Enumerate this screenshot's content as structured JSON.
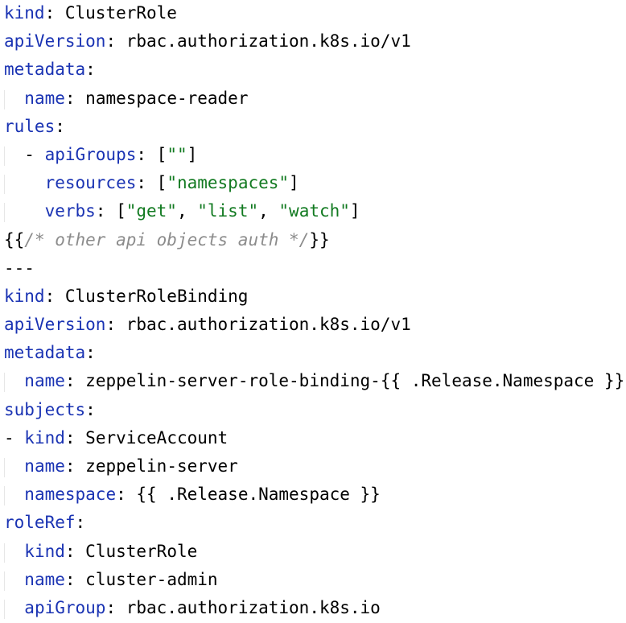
{
  "lines": [
    [
      {
        "t": "kind",
        "c": "k"
      },
      {
        "t": ": ",
        "c": "p"
      },
      {
        "t": "ClusterRole",
        "c": "v"
      }
    ],
    [
      {
        "t": "apiVersion",
        "c": "k"
      },
      {
        "t": ": ",
        "c": "p"
      },
      {
        "t": "rbac.authorization.k8s.io/v1",
        "c": "v"
      }
    ],
    [
      {
        "t": "metadata",
        "c": "k"
      },
      {
        "t": ":",
        "c": "p"
      }
    ],
    [
      {
        "t": "  ",
        "c": "p"
      },
      {
        "t": "name",
        "c": "k"
      },
      {
        "t": ": ",
        "c": "p"
      },
      {
        "t": "namespace-reader",
        "c": "v"
      }
    ],
    [
      {
        "t": "rules",
        "c": "k"
      },
      {
        "t": ":",
        "c": "p"
      }
    ],
    [
      {
        "t": "  - ",
        "c": "p"
      },
      {
        "t": "apiGroups",
        "c": "k"
      },
      {
        "t": ": [",
        "c": "p"
      },
      {
        "t": "\"\"",
        "c": "s"
      },
      {
        "t": "]",
        "c": "p"
      }
    ],
    [
      {
        "t": "    ",
        "c": "p"
      },
      {
        "t": "resources",
        "c": "k"
      },
      {
        "t": ": [",
        "c": "p"
      },
      {
        "t": "\"namespaces\"",
        "c": "s"
      },
      {
        "t": "]",
        "c": "p"
      }
    ],
    [
      {
        "t": "    ",
        "c": "p"
      },
      {
        "t": "verbs",
        "c": "k"
      },
      {
        "t": ": [",
        "c": "p"
      },
      {
        "t": "\"get\"",
        "c": "s"
      },
      {
        "t": ", ",
        "c": "p"
      },
      {
        "t": "\"list\"",
        "c": "s"
      },
      {
        "t": ", ",
        "c": "p"
      },
      {
        "t": "\"watch\"",
        "c": "s"
      },
      {
        "t": "]",
        "c": "p"
      }
    ],
    [
      {
        "t": "{{",
        "c": "p"
      },
      {
        "t": "/* other api objects auth */",
        "c": "c"
      },
      {
        "t": "}}",
        "c": "p"
      }
    ],
    [
      {
        "t": "---",
        "c": "p"
      }
    ],
    [
      {
        "t": "kind",
        "c": "k"
      },
      {
        "t": ": ",
        "c": "p"
      },
      {
        "t": "ClusterRoleBinding",
        "c": "v"
      }
    ],
    [
      {
        "t": "apiVersion",
        "c": "k"
      },
      {
        "t": ": ",
        "c": "p"
      },
      {
        "t": "rbac.authorization.k8s.io/v1",
        "c": "v"
      }
    ],
    [
      {
        "t": "metadata",
        "c": "k"
      },
      {
        "t": ":",
        "c": "p"
      }
    ],
    [
      {
        "t": "  ",
        "c": "p"
      },
      {
        "t": "name",
        "c": "k"
      },
      {
        "t": ": ",
        "c": "p"
      },
      {
        "t": "zeppelin-server-role-binding-{{ .Release.Namespace }}",
        "c": "v"
      }
    ],
    [
      {
        "t": "subjects",
        "c": "k"
      },
      {
        "t": ":",
        "c": "p"
      }
    ],
    [
      {
        "t": "- ",
        "c": "p"
      },
      {
        "t": "kind",
        "c": "k"
      },
      {
        "t": ": ",
        "c": "p"
      },
      {
        "t": "ServiceAccount",
        "c": "v"
      }
    ],
    [
      {
        "t": "  ",
        "c": "p"
      },
      {
        "t": "name",
        "c": "k"
      },
      {
        "t": ": ",
        "c": "p"
      },
      {
        "t": "zeppelin-server",
        "c": "v"
      }
    ],
    [
      {
        "t": "  ",
        "c": "p"
      },
      {
        "t": "namespace",
        "c": "k"
      },
      {
        "t": ": ",
        "c": "p"
      },
      {
        "t": "{{ .Release.Namespace }}",
        "c": "v"
      }
    ],
    [
      {
        "t": "roleRef",
        "c": "k"
      },
      {
        "t": ":",
        "c": "p"
      }
    ],
    [
      {
        "t": "  ",
        "c": "p"
      },
      {
        "t": "kind",
        "c": "k"
      },
      {
        "t": ": ",
        "c": "p"
      },
      {
        "t": "ClusterRole",
        "c": "v"
      }
    ],
    [
      {
        "t": "  ",
        "c": "p"
      },
      {
        "t": "name",
        "c": "k"
      },
      {
        "t": ": ",
        "c": "p"
      },
      {
        "t": "cluster-admin",
        "c": "v"
      }
    ],
    [
      {
        "t": "  ",
        "c": "p"
      },
      {
        "t": "apiGroup",
        "c": "k"
      },
      {
        "t": ": ",
        "c": "p"
      },
      {
        "t": "rbac.authorization.k8s.io",
        "c": "v"
      }
    ]
  ],
  "colors": {
    "key": "#1a33b3",
    "string": "#127a21",
    "comment": "#8c8c8c",
    "plain": "#000000"
  }
}
